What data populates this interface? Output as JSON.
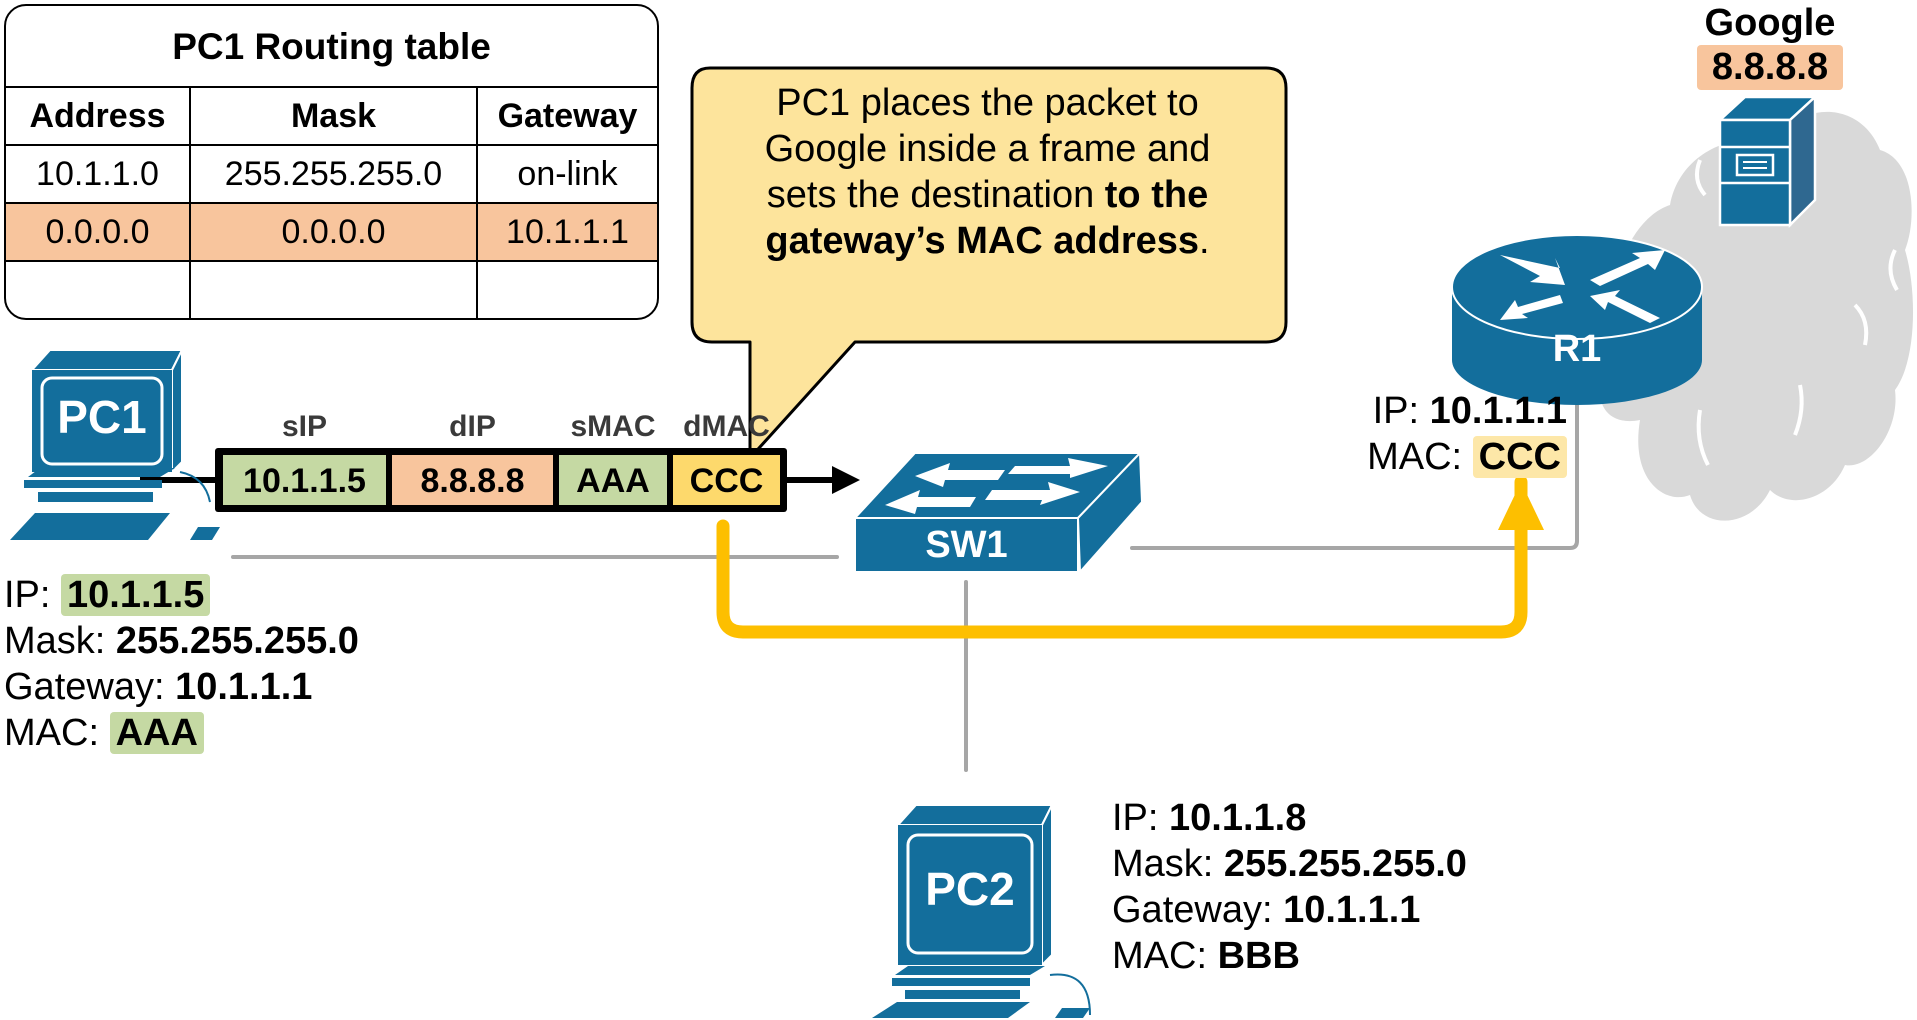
{
  "routing_table": {
    "title": "PC1 Routing table",
    "columns": [
      "Address",
      "Mask",
      "Gateway"
    ],
    "rows": [
      [
        "10.1.1.0",
        "255.255.255.0",
        "on-link"
      ],
      [
        "0.0.0.0",
        "0.0.0.0",
        "10.1.1.1"
      ],
      [
        "",
        "",
        ""
      ]
    ],
    "highlighted_row": 1
  },
  "callout": {
    "line1": "PC1 places the packet to",
    "line2": "Google inside a frame and",
    "line3_normal": "sets the destination ",
    "line3_bold": "to the",
    "line4_bold": "gateway’s MAC address",
    "line4_end": "."
  },
  "frame": {
    "labels": [
      "sIP",
      "dIP",
      "sMAC",
      "dMAC"
    ],
    "values": [
      "10.1.1.5",
      "8.8.8.8",
      "AAA",
      "CCC"
    ]
  },
  "devices": {
    "pc1": {
      "label": "PC1",
      "ip": "10.1.1.5",
      "mask": "255.255.255.0",
      "gateway": "10.1.1.1",
      "mac": "AAA"
    },
    "pc2": {
      "label": "PC2",
      "ip": "10.1.1.8",
      "mask": "255.255.255.0",
      "gateway": "10.1.1.1",
      "mac": "BBB"
    },
    "sw1": {
      "label": "SW1"
    },
    "r1": {
      "label": "R1",
      "ip": "10.1.1.1",
      "mac": "CCC"
    },
    "google": {
      "label": "Google",
      "ip": "8.8.8.8"
    }
  },
  "field_labels": {
    "ip": "IP:",
    "mask": "Mask:",
    "gateway": "Gateway:",
    "mac": "MAC:"
  },
  "colors": {
    "device_blue": "#136e9c",
    "device_side": "#2f6890",
    "cloud": "#d9d9d9",
    "source_green": "#c5d9a3",
    "dest_ip_orange": "#f8c59d",
    "dest_mac_yellow": "#fdd96c",
    "callout_yellow": "#fde49c",
    "path_arrow": "#fdbf00",
    "link_gray": "#a6a6a6"
  }
}
